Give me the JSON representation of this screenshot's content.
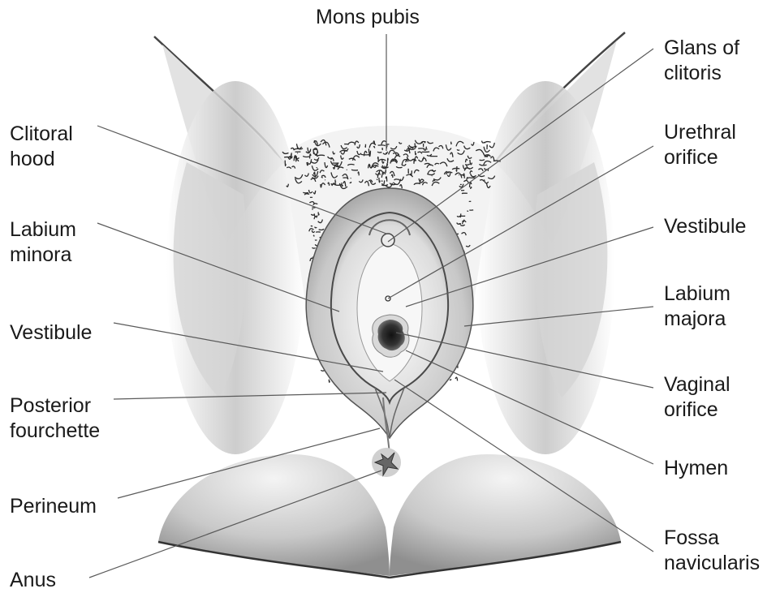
{
  "labels": {
    "mons_pubis": "Mons pubis",
    "clitoral_hood": [
      "Clitoral",
      "hood"
    ],
    "labium_minora": [
      "Labium",
      "minora"
    ],
    "vestibule_left": "Vestibule",
    "posterior_fourchette": [
      "Posterior",
      "fourchette"
    ],
    "perineum": "Perineum",
    "anus": "Anus",
    "glans_of_clitoris": [
      "Glans of",
      "clitoris"
    ],
    "urethral_orifice": [
      "Urethral",
      "orifice"
    ],
    "vestibule_right": "Vestibule",
    "labium_majora": [
      "Labium",
      "majora"
    ],
    "vaginal_orifice": [
      "Vaginal",
      "orifice"
    ],
    "hymen": "Hymen",
    "fossa_navicularis": [
      "Fossa",
      "navicularis"
    ]
  },
  "colors": {
    "line": "#5a5a5a",
    "shade_dark": "#8a8a8a",
    "shade_mid": "#bdbdbd",
    "shade_light": "#e6e6e6",
    "hair": "#2b2b2b",
    "orifice": "#1c1c1c"
  }
}
